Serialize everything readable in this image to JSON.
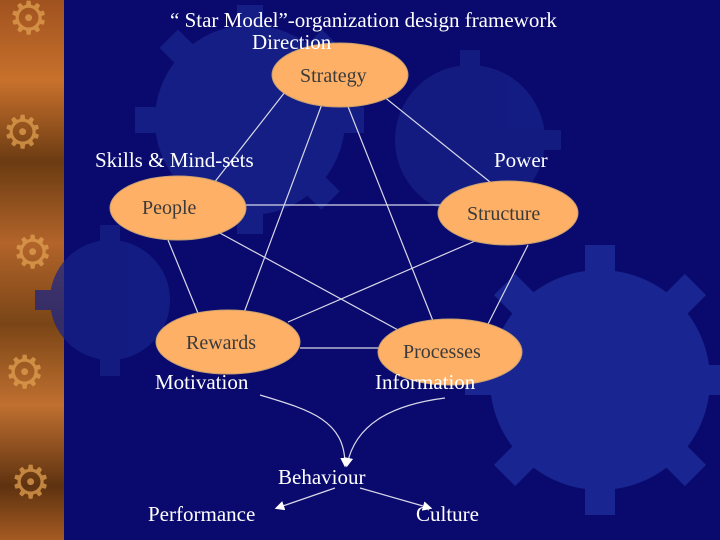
{
  "title": "“ Star Model”-organization design framework",
  "nodes": {
    "strategy": "Strategy",
    "people": "People",
    "structure": "Structure",
    "rewards": "Rewards",
    "processes": "Processes"
  },
  "labels": {
    "direction": "Direction",
    "skills": "Skills & Mind-sets",
    "power": "Power",
    "motivation": "Motivation",
    "information": "Information",
    "behaviour": "Behaviour",
    "performance": "Performance",
    "culture": "Culture"
  },
  "colors": {
    "background": "#0a0a6e",
    "node_fill": "#ffb067",
    "gear": "#1c2a96",
    "line": "#d8d8e8",
    "text": "#ffffff"
  },
  "icons": [
    "gear-icon"
  ]
}
